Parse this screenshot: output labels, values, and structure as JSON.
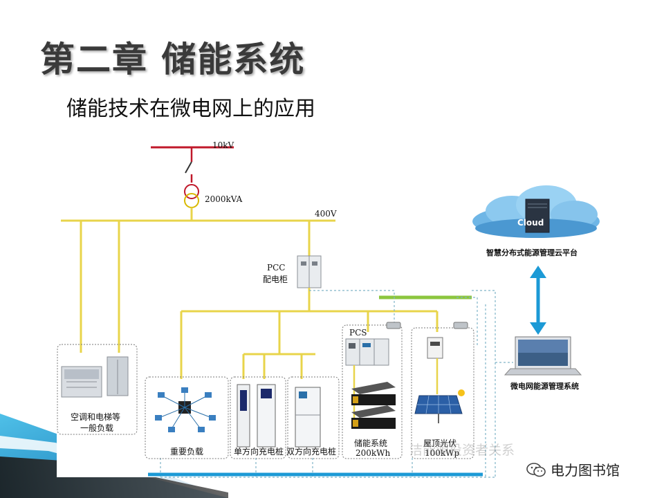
{
  "slide": {
    "title": "第二章  储能系统",
    "subtitle": "储能技术在微电网上的应用"
  },
  "diagram": {
    "labels": {
      "grid_voltage": "10kV",
      "transformer": "2000kVA",
      "bus_voltage": "400V",
      "pcc": "PCC",
      "pcc_cabinet": "配电柜",
      "cloud": "Cloud",
      "cloud_platform": "智慧分布式能源管理云平台",
      "pcs": "PCS",
      "ems": "微电网能源管理系统",
      "general_load_line1": "空调和电梯等",
      "general_load_line2": "一般负载",
      "important_load": "重要负载",
      "unidirectional_charger": "单方向充电桩",
      "bidirectional_charger": "双方向充电桩",
      "storage_line1": "储能系统",
      "storage_line2": "200kWh",
      "pv_line1": "屋顶光伏",
      "pv_line2": "100kWp"
    },
    "colors": {
      "grid_line": "#c0182a",
      "ac_bus": "#e8d44a",
      "dc_bus": "#8cc63f",
      "comm_line": "#7fb4c8",
      "comm_arrow": "#1c9ad6"
    }
  },
  "watermark": "洁能源投资者关系",
  "brand": {
    "name": "电力图书馆",
    "icon": "wechat-icon"
  }
}
